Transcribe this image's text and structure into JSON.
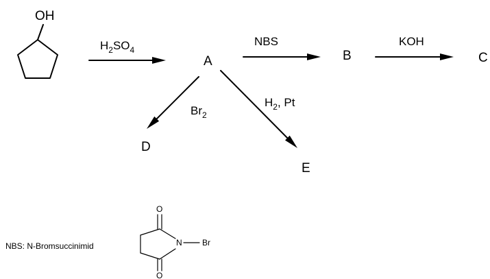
{
  "reagents": {
    "step1": {
      "base": "H",
      "sub1": "2",
      "mid": "SO",
      "sub2": "4"
    },
    "step2": "NBS",
    "step3": "KOH",
    "step4": {
      "base": "Br",
      "sub": "2"
    },
    "step5": {
      "base": "H",
      "sub": "2",
      "rest": ", Pt"
    }
  },
  "compounds": {
    "starting_material": {
      "oh_label": "OH"
    },
    "A": "A",
    "B": "B",
    "C": "C",
    "D": "D",
    "E": "E"
  },
  "footnote": {
    "text": "NBS: N-Bromsuccinimid",
    "oxygen_top": "O",
    "oxygen_bottom": "O",
    "nitrogen": "N",
    "bromine": "Br"
  }
}
